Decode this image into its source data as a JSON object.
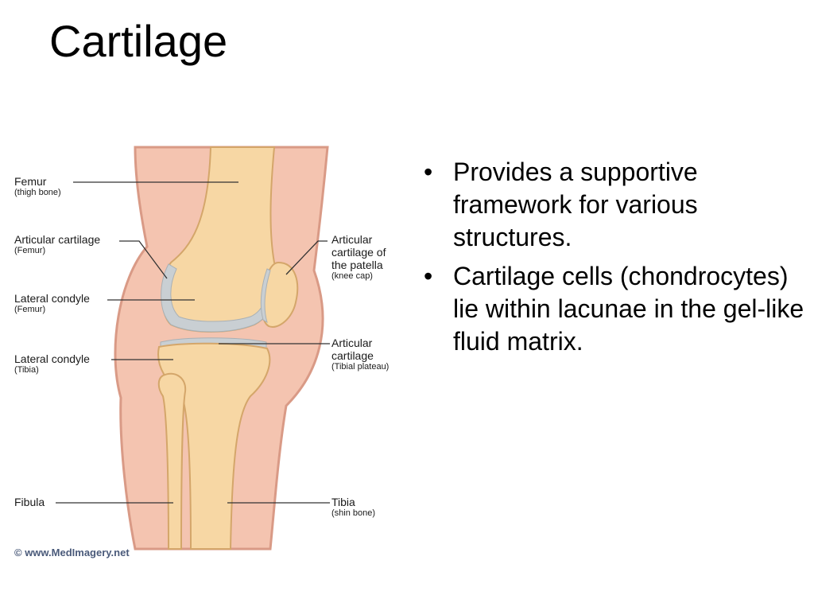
{
  "slide": {
    "title": "Cartilage"
  },
  "figure": {
    "labels": {
      "femur": {
        "main": "Femur",
        "sub": "(thigh bone)"
      },
      "articular_femur": {
        "main": "Articular cartilage",
        "sub": "(Femur)"
      },
      "lateral_condyle_femur": {
        "main": "Lateral condyle",
        "sub": "(Femur)"
      },
      "lateral_condyle_tibia": {
        "main": "Lateral condyle",
        "sub": "(Tibia)"
      },
      "fibula": {
        "main": "Fibula"
      },
      "articular_patella": {
        "line1": "Articular",
        "line2": "cartilage of",
        "line3": "the patella",
        "sub": "(knee cap)"
      },
      "articular_tibia": {
        "line1": "Articular",
        "line2": "cartilage",
        "sub": "(Tibial plateau)"
      },
      "tibia": {
        "main": "Tibia",
        "sub": "(shin bone)"
      }
    },
    "credit": "© www.MedImagery.net"
  },
  "bullets": [
    {
      "marker": "•",
      "text": "Provides a supportive framework for various structures."
    },
    {
      "marker": "•",
      "text": "Cartilage cells (chondrocytes) lie within lacunae in the gel-like fluid matrix."
    }
  ],
  "colors": {
    "skin": "#f4c4b0",
    "skin_edge": "#d99a86",
    "bone": "#f7d7a4",
    "bone_edge": "#d4a66a",
    "cartilage": "#c9cfd3"
  }
}
